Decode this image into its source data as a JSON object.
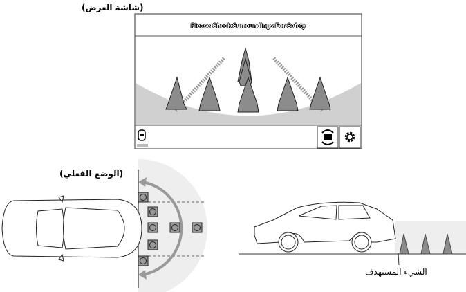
{
  "labels": {
    "display_screen": "(شاشة العرض)",
    "actual_position": "(الوضع الفعلي)",
    "target_object": "الشيء المستهدف"
  },
  "screen": {
    "message": "Please Check Surroundings For Safety",
    "icons": [
      "car-view-icon",
      "camera-switch-icon",
      "settings-gear-icon"
    ]
  },
  "colors": {
    "cone": "#8c8c8c",
    "area": "#d0d0d0",
    "light_area": "#eeeeee"
  }
}
